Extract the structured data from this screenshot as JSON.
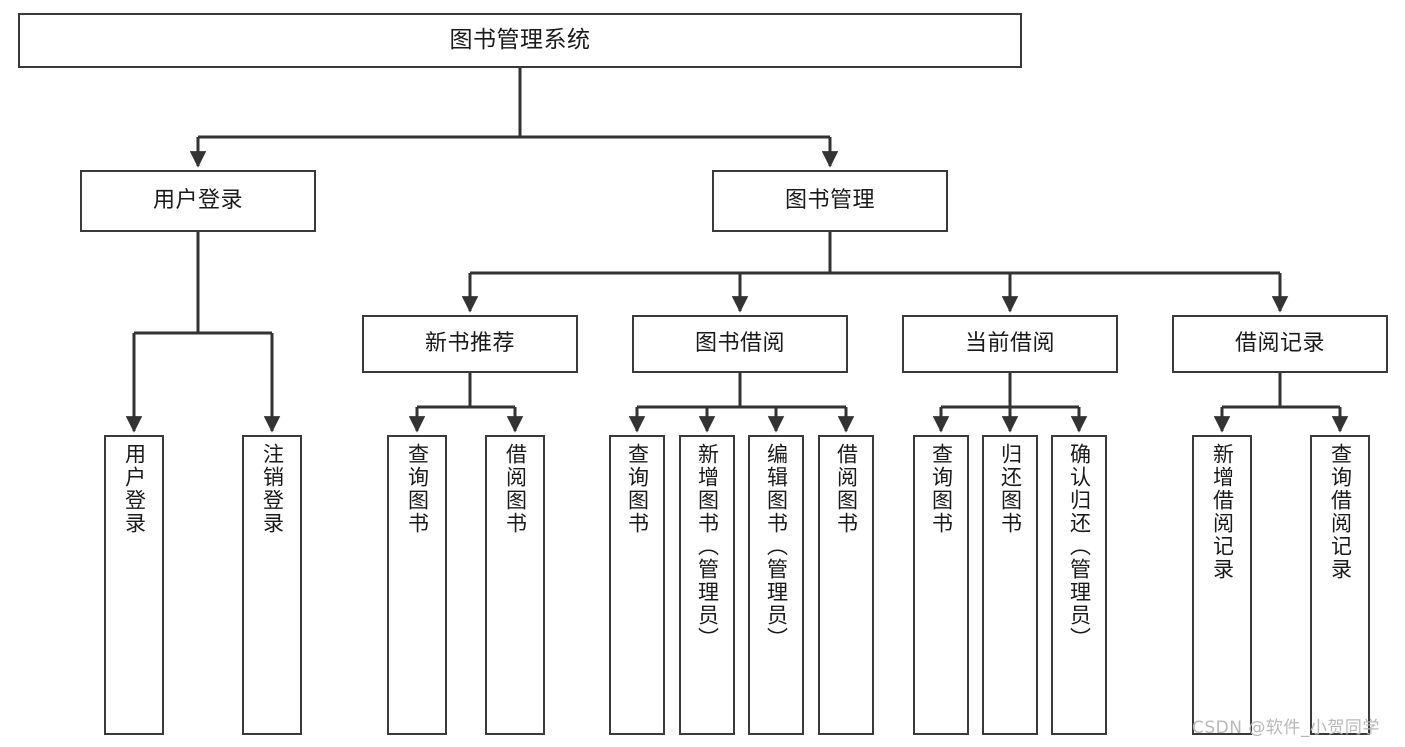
{
  "diagram": {
    "title": "图书管理系统",
    "type": "功能结构图",
    "nodes": {
      "root": {
        "label": "图书管理系统"
      },
      "level2": [
        {
          "id": "user-login",
          "label": "用户登录"
        },
        {
          "id": "book-management",
          "label": "图书管理"
        }
      ],
      "level3": [
        {
          "id": "new-book-recommend",
          "label": "新书推荐"
        },
        {
          "id": "book-borrow",
          "label": "图书借阅"
        },
        {
          "id": "current-borrow",
          "label": "当前借阅"
        },
        {
          "id": "borrow-record",
          "label": "借阅记录"
        }
      ],
      "leaves": {
        "user_login": [
          {
            "id": "leaf-user-login",
            "label": "用户登录"
          },
          {
            "id": "leaf-user-logout",
            "label": "注销登录"
          }
        ],
        "new_book_recommend": [
          {
            "id": "leaf-query-book-1",
            "label": "查询图书"
          },
          {
            "id": "leaf-borrow-book-1",
            "label": "借阅图书"
          }
        ],
        "book_borrow": [
          {
            "id": "leaf-query-book-2",
            "label": "查询图书"
          },
          {
            "id": "leaf-add-book",
            "label": "新增图书（管理员）"
          },
          {
            "id": "leaf-edit-book",
            "label": "编辑图书（管理员）"
          },
          {
            "id": "leaf-borrow-book-2",
            "label": "借阅图书"
          }
        ],
        "current_borrow": [
          {
            "id": "leaf-query-book-3",
            "label": "查询图书"
          },
          {
            "id": "leaf-return-book",
            "label": "归还图书"
          },
          {
            "id": "leaf-confirm-return",
            "label": "确认归还（管理员）"
          }
        ],
        "borrow_record": [
          {
            "id": "leaf-add-record",
            "label": "新增借阅记录"
          },
          {
            "id": "leaf-query-record",
            "label": "查询借阅记录"
          }
        ]
      }
    },
    "colors": {
      "border": "#3a3a3a",
      "connector": "#333333",
      "background": "#ffffff",
      "text": "#1a1a1a",
      "watermark": "#b9b9b9"
    }
  },
  "watermark": {
    "text": "CSDN @软件_小贺同学"
  }
}
